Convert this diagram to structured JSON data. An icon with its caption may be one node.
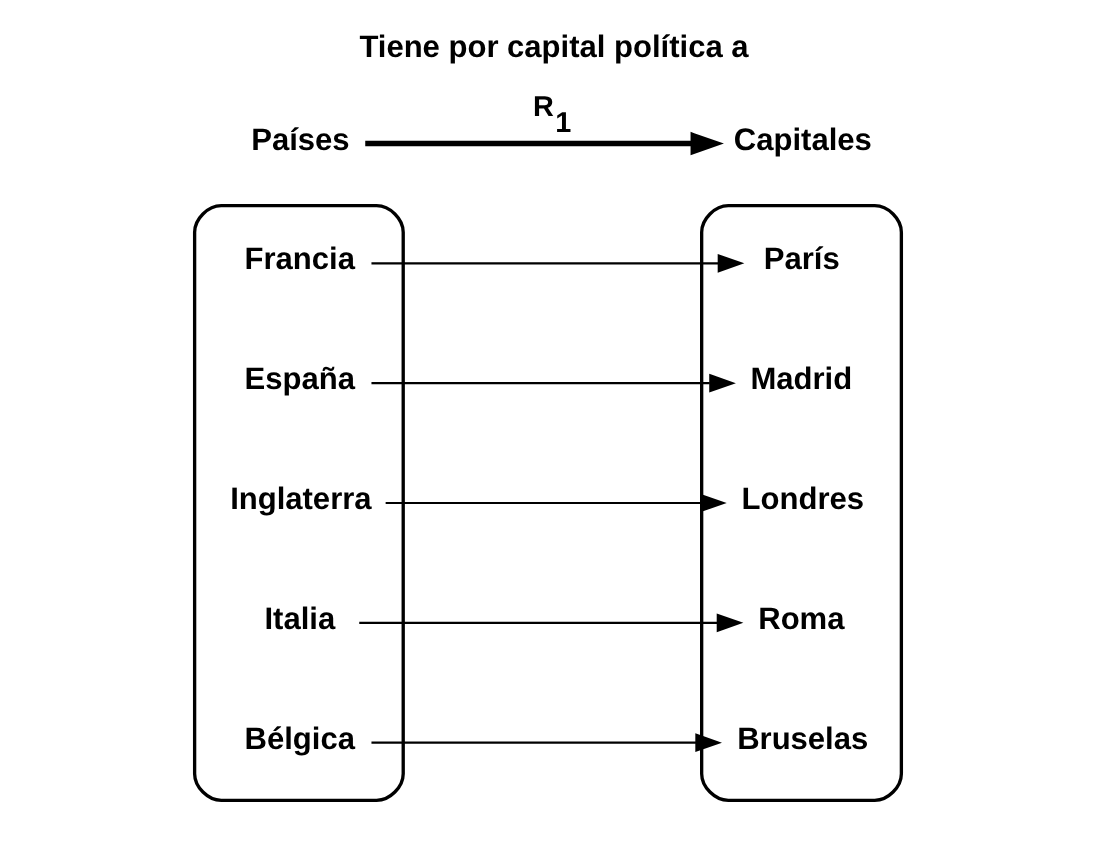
{
  "diagram": {
    "title": "Tiene por capital política a",
    "nodes": [
      {
        "text": [
          "Países"
        ]
      },
      {
        "text": [
          "Capitales"
        ]
      },
      {
        "text": [],
        "shape": "ellipse"
      },
      {
        "text": [],
        "shape": "ellipse"
      },
      {
        "text": [
          "Francia"
        ],
        "in": 2
      },
      {
        "text": [
          "España"
        ],
        "in": 2
      },
      {
        "text": [
          "Inglaterra"
        ],
        "in": 2
      },
      {
        "text": [
          "Italia"
        ],
        "in": 2
      },
      {
        "text": [
          "Bélgica"
        ],
        "in": 2
      },
      {
        "text": [
          "París"
        ],
        "in": 3
      },
      {
        "text": [
          "Madrid"
        ],
        "in": 3
      },
      {
        "text": [
          "Londres"
        ],
        "in": 3
      },
      {
        "text": [
          "Roma"
        ],
        "in": 3
      },
      {
        "text": [
          "Bruselas"
        ],
        "in": 3
      }
    ],
    "edges": [
      {
        "from": 0,
        "to": 1,
        "arrow": "to",
        "label": "R$_{1}$",
        "style": "thick"
      },
      {
        "from": 4,
        "to": 9,
        "arrow": "to"
      },
      {
        "from": 5,
        "to": 10,
        "arrow": "to"
      },
      {
        "from": 6,
        "to": 11,
        "arrow": "to"
      },
      {
        "from": 7,
        "to": 12,
        "arrow": "to"
      },
      {
        "from": 8,
        "to": 13,
        "arrow": "to"
      }
    ]
  }
}
